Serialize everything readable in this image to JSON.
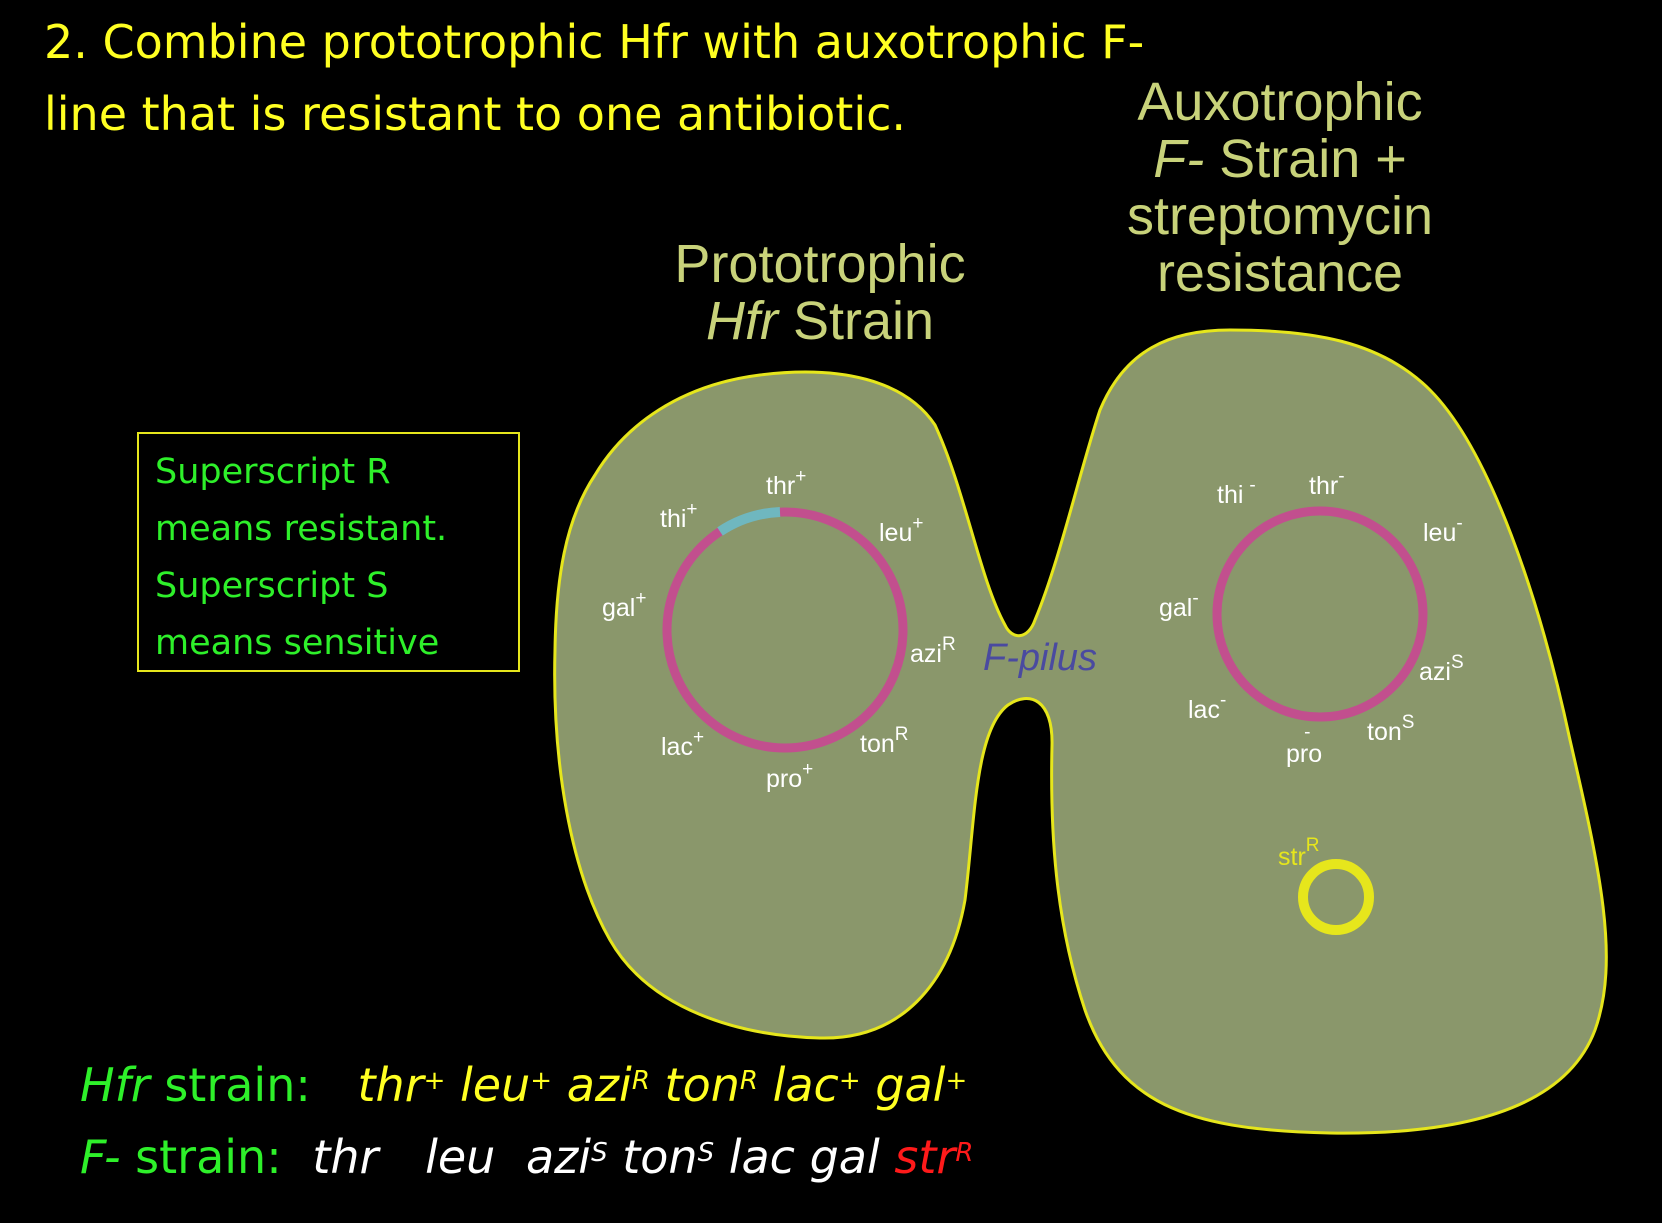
{
  "title": {
    "line1": "2. Combine prototrophic Hfr with auxotrophic F-",
    "line2": "line that is resistant to one antibiotic."
  },
  "hfr_label": {
    "italic": "Hfr",
    "line1": "Prototrophic",
    "line2_rest": " Strain"
  },
  "f_label": {
    "line1": "Auxotrophic",
    "italic": "F-",
    "line2_rest": " Strain +",
    "line3": "streptomycin",
    "line4": "resistance"
  },
  "legend": [
    "Superscript R",
    "means resistant.",
    "Superscript S",
    "means sensitive"
  ],
  "pilus_label": "F-pilus",
  "hfr_genes": [
    {
      "name": "thr",
      "sup": "+"
    },
    {
      "name": "leu",
      "sup": "+"
    },
    {
      "name": "azi",
      "sup": "R"
    },
    {
      "name": "ton",
      "sup": "R"
    },
    {
      "name": "pro",
      "sup": "+"
    },
    {
      "name": "lac",
      "sup": "+"
    },
    {
      "name": "gal",
      "sup": "+"
    },
    {
      "name": "thi",
      "sup": "+"
    }
  ],
  "f_genes": [
    {
      "name": "thr",
      "sup": "-"
    },
    {
      "name": "leu",
      "sup": "-"
    },
    {
      "name": "azi",
      "sup": "S"
    },
    {
      "name": "ton",
      "sup": "S"
    },
    {
      "name": "pro",
      "sup": "-"
    },
    {
      "name": "lac",
      "sup": "-"
    },
    {
      "name": "gal",
      "sup": "-"
    },
    {
      "name": "thi",
      "sup": "-"
    }
  ],
  "plasmid_gene": {
    "name": "str",
    "sup": "R"
  },
  "hfr_genotype": {
    "label_italic": "Hfr",
    "label_rest": " strain:",
    "genes": [
      {
        "name": "thr",
        "sup": "+"
      },
      {
        "name": "leu",
        "sup": "+"
      },
      {
        "name": "azi",
        "sup": "R"
      },
      {
        "name": "ton",
        "sup": "R"
      },
      {
        "name": "lac",
        "sup": "+"
      },
      {
        "name": "gal",
        "sup": "+"
      }
    ]
  },
  "f_genotype": {
    "label_italic": "F-",
    "label_rest": " strain:",
    "genes": [
      {
        "name": "thr",
        "sup": ""
      },
      {
        "name": "leu",
        "sup": ""
      },
      {
        "name": "azi",
        "sup": "S"
      },
      {
        "name": "ton",
        "sup": "S"
      },
      {
        "name": "lac",
        "sup": ""
      },
      {
        "name": "gal",
        "sup": ""
      },
      {
        "name": "str",
        "sup": "R"
      }
    ]
  },
  "colors": {
    "title": "#ffff22",
    "cell_fill": "#8a976b",
    "cell_outline": "#e6e61c",
    "chromosome": "#c24f8e",
    "transfer_segment": "#6fb7bf",
    "plasmid": "#e6e61c",
    "strain_label": "#c8d27a",
    "legend_text": "#2ef02a",
    "pilus_label": "#4a4aa0",
    "resistance_highlight": "#ff1a1a"
  }
}
